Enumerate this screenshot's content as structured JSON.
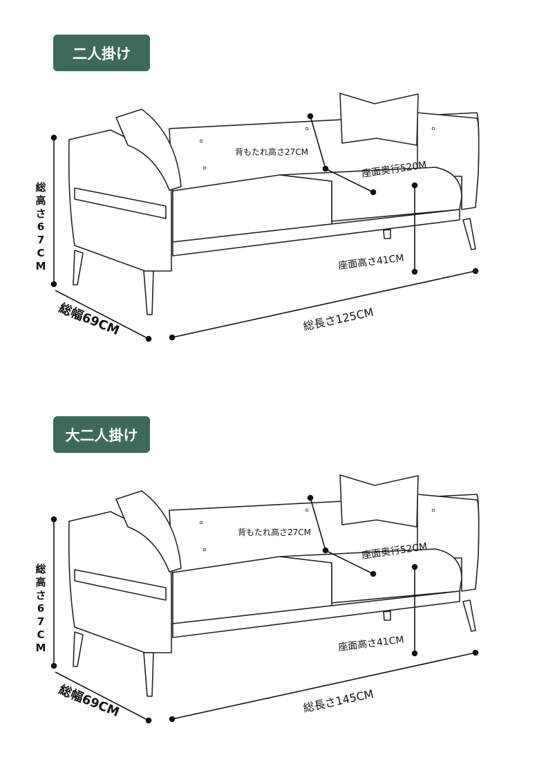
{
  "colors": {
    "badge": "#3d6b58",
    "line": "#222222",
    "sofa_fill": "#ffffff"
  },
  "sections": [
    {
      "badge": "二人掛け",
      "labels": {
        "total_height": [
          "総",
          "高",
          "さ",
          "6",
          "7",
          "C",
          "M"
        ],
        "back_height": "背もたれ高さ27CM",
        "seat_depth": "座面奥行520M",
        "seat_height": "座面高さ41CM",
        "total_width": "総幅69CM",
        "total_length": "総長さ125CM"
      }
    },
    {
      "badge": "大二人掛け",
      "labels": {
        "total_height": [
          "総",
          "高",
          "さ",
          "6",
          "7",
          "C",
          "M"
        ],
        "back_height": "背もたれ高さ27CM",
        "seat_depth": "座面奥行52CM",
        "seat_height": "座面高さ41CM",
        "total_width": "総幅69CM",
        "total_length": "総長さ145CM"
      }
    }
  ]
}
